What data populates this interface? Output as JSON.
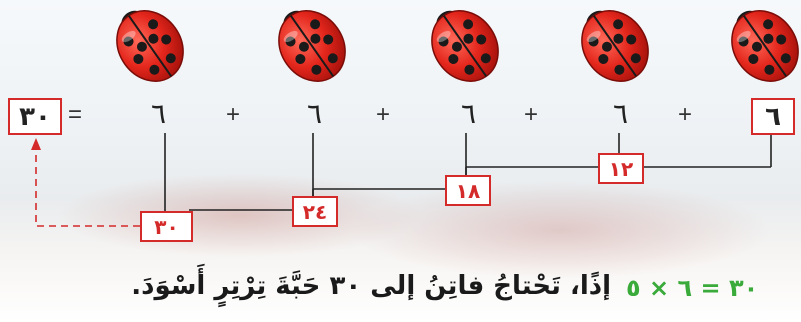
{
  "equation": {
    "summands": [
      "٦",
      "٦",
      "٦",
      "٦",
      "٦"
    ],
    "plus_sign": "+",
    "equals_sign": "=",
    "total": "٣٠"
  },
  "partial_sums": [
    "١٢",
    "١٨",
    "٢٤",
    "٣٠"
  ],
  "conclusion_text": "إذًا، تَحْتاجُ فاتِنُ إلى ٣٠ حَبَّةَ تِرْتِرٍ أَسْوَدَ.",
  "multiplication": "٣٠ = ٦ × ٥",
  "colors": {
    "red": "#d42a2a",
    "green": "#3aaa3a",
    "ink": "#222222"
  }
}
